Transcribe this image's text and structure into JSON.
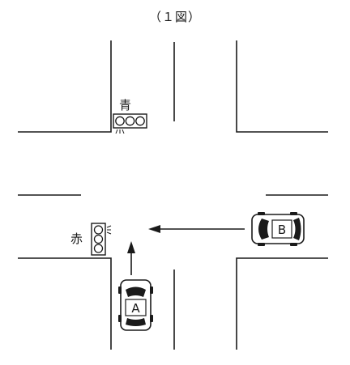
{
  "figure": {
    "title": "（１図）"
  },
  "signals": {
    "top": {
      "label": "青",
      "color_state": "green"
    },
    "left": {
      "label": "赤",
      "color_state": "red"
    }
  },
  "vehicles": {
    "a": {
      "label": "A",
      "direction": "north"
    },
    "b": {
      "label": "B",
      "direction": "west"
    }
  },
  "colors": {
    "ink": "#1a1a1a",
    "paper": "#ffffff"
  }
}
